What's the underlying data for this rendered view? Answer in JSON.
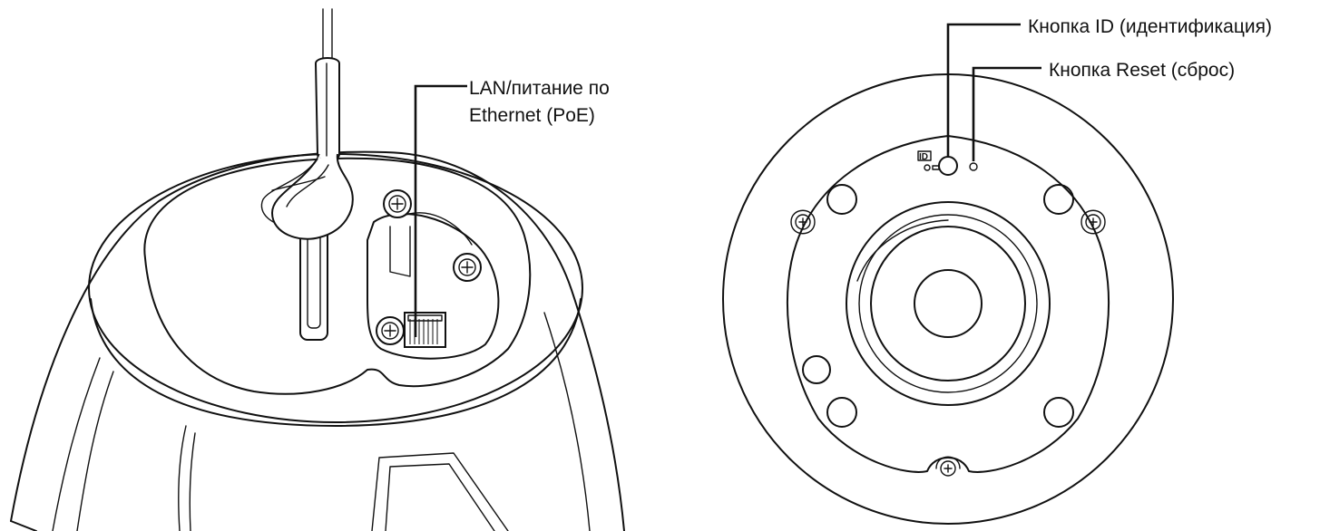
{
  "callouts": {
    "lan_poe_line1": "LAN/питание по",
    "lan_poe_line2": "Ethernet (PoE)",
    "id_button": "Кнопка ID (идентификация)",
    "reset_button": "Кнопка Reset (сброс)"
  },
  "panel_marking": {
    "id_icon_text": "ID"
  }
}
